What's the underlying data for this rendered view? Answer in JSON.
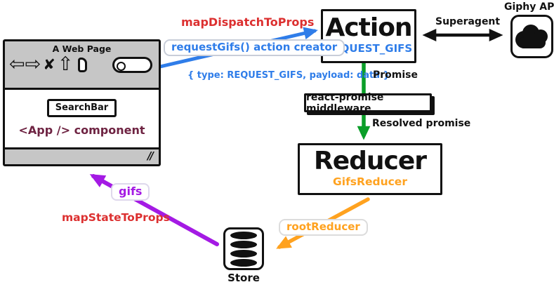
{
  "colors": {
    "red": "#dc3030",
    "blue": "#2f7de9",
    "green": "#0a9e28",
    "orange": "#ffa21f",
    "purple": "#a41ae4",
    "maroon": "#6e2342",
    "toolbar_gray": "#c6c6c6",
    "ink": "#111111"
  },
  "webpage": {
    "title": "A Web Page",
    "searchbar": "SearchBar",
    "component": "<App /> component",
    "resize_handle": "//",
    "toolbar_icons": [
      {
        "name": "back-arrow-icon",
        "glyph": "⇦"
      },
      {
        "name": "forward-arrow-icon",
        "glyph": "⇨"
      },
      {
        "name": "close-icon",
        "glyph": "✘"
      },
      {
        "name": "home-icon",
        "glyph": "⇧"
      },
      {
        "name": "page-icon",
        "glyph": ""
      },
      {
        "name": "search-icon",
        "glyph": ""
      }
    ]
  },
  "action_box": {
    "title": "Action",
    "subtitle": "REQUEST_GIFS"
  },
  "reducer_box": {
    "title": "Reducer",
    "subtitle": "GifsReducer"
  },
  "store": {
    "label": "Store",
    "icon": "database-icon"
  },
  "giphy": {
    "label": "Giphy API",
    "icon": "cloud-icon"
  },
  "edges": {
    "map_dispatch_to_props": "mapDispatchToProps",
    "request_gifs_creator": "requestGifs() action creator",
    "action_payload": "{ type: REQUEST_GIFS, payload: data }",
    "superagent": "Superagent",
    "promise": "Promise",
    "middleware": "react-promise middleware",
    "resolved_promise": "Resolved promise",
    "root_reducer": "rootReducer",
    "gifs": "gifs",
    "map_state_to_props": "mapStateToProps"
  }
}
